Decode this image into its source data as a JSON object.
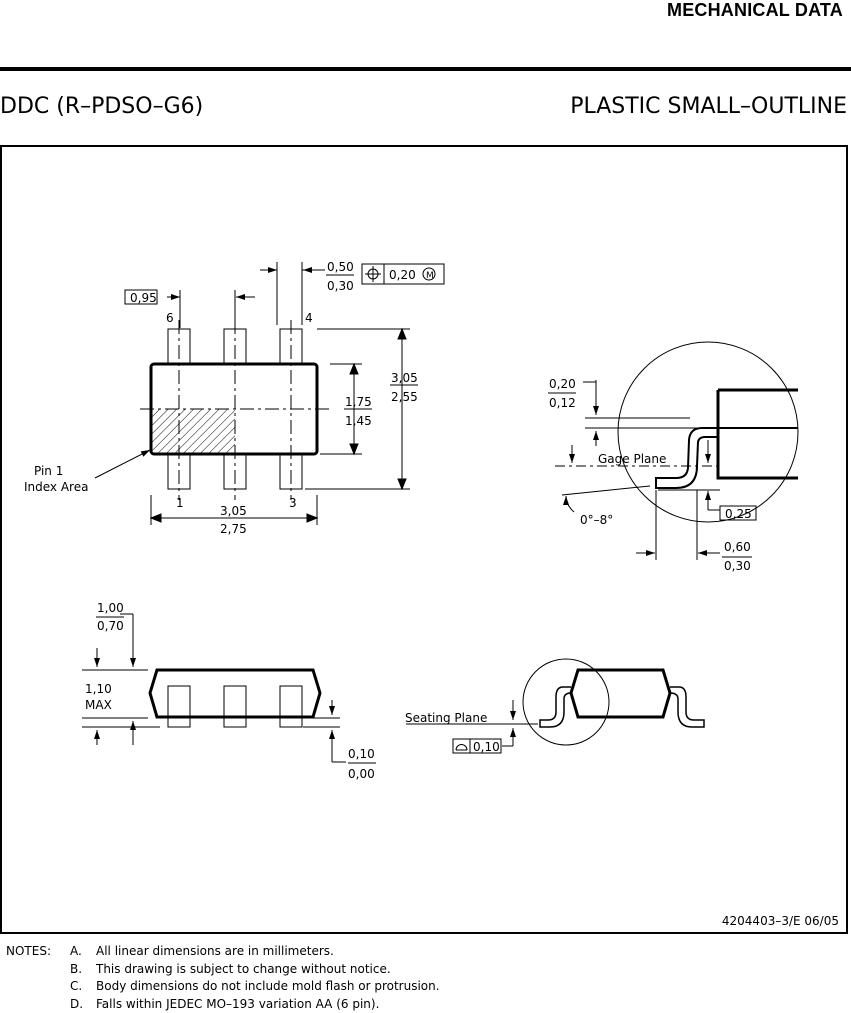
{
  "header": {
    "section_title": "MECHANICAL DATA"
  },
  "package": {
    "code": "DDC (R–PDSO–G6)",
    "type": "PLASTIC SMALL–OUTLINE"
  },
  "top_view": {
    "pitch": "0,95",
    "lead_width_max": "0,50",
    "lead_width_min": "0,30",
    "position_tol": "0,20",
    "pin_6": "6",
    "pin_4": "4",
    "pin_1": "1",
    "pin_3": "3",
    "body_width_max": "1,75",
    "body_width_min": "1,45",
    "overall_width_max": "3,05",
    "overall_width_min": "2,55",
    "length_max": "3,05",
    "length_min": "2,75",
    "pin1_label_line1": "Pin 1",
    "pin1_label_line2": "Index Area"
  },
  "detail_view": {
    "lead_thk_max": "0,20",
    "lead_thk_min": "0,12",
    "gage_plane": "Gage Plane",
    "angle": "0°–8°",
    "gage": "0,25",
    "foot_max": "0,60",
    "foot_min": "0,30"
  },
  "side_view": {
    "standoff_max": "1,00",
    "standoff_min": "0,70",
    "height_line1": "1,10",
    "height_line2": "MAX",
    "lift_max": "0,10",
    "lift_min": "0,00",
    "seating_plane": "Seating Plane",
    "flatness": "0,10"
  },
  "drawing_number": "4204403–3/E 06/05",
  "notes": {
    "label": "NOTES:",
    "items": [
      {
        "key": "A.",
        "text": "All linear dimensions are in millimeters."
      },
      {
        "key": "B.",
        "text": "This drawing is subject to change without notice."
      },
      {
        "key": "C.",
        "text": "Body dimensions do not include mold flash or protrusion."
      },
      {
        "key": "D.",
        "text": "Falls within JEDEC MO–193 variation AA (6 pin)."
      }
    ]
  }
}
